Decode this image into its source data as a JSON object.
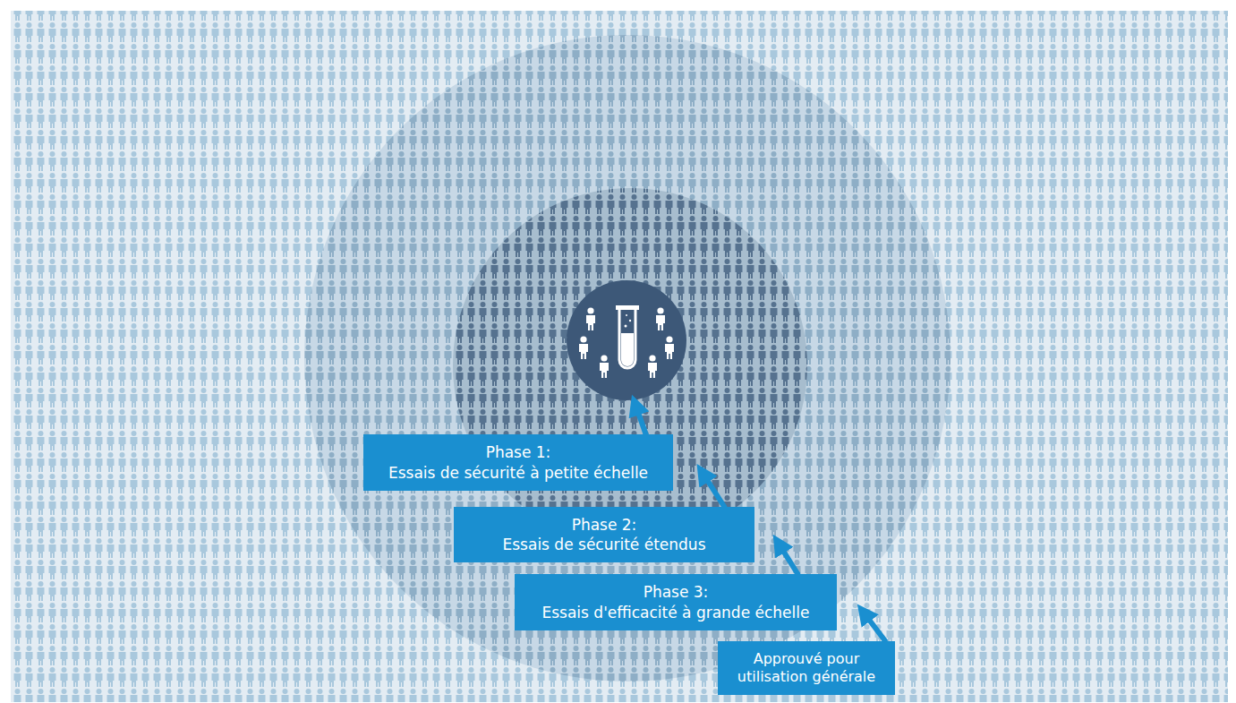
{
  "diagram": {
    "nodes": [
      {
        "text": [
          "Phase 1:",
          "Essais de sécurité à petite échelle"
        ]
      },
      {
        "text": [
          "Phase 2:",
          "Essais de sécurité étendus"
        ]
      },
      {
        "text": [
          "Phase 3:",
          "Essais d'efficacité à grande échelle"
        ]
      },
      {
        "text": [
          "Approuvé pour utilisation générale"
        ]
      }
    ]
  }
}
